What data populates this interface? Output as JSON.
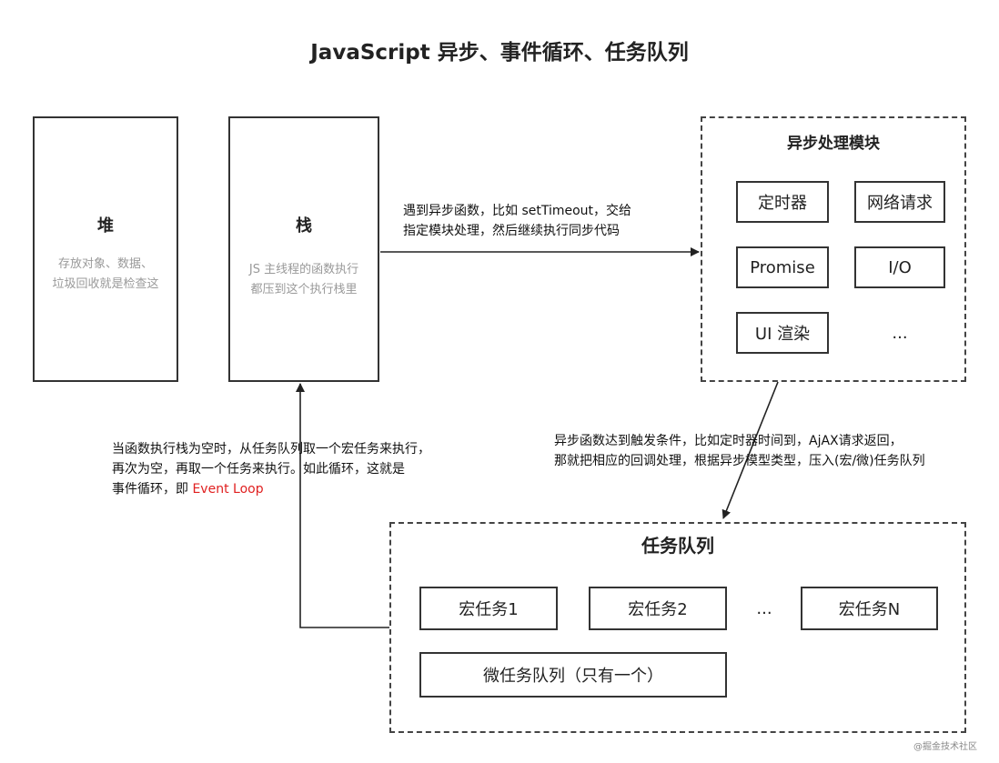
{
  "title": "JavaScript 异步、事件循环、任务队列",
  "heap": {
    "label": "堆",
    "desc_line1": "存放对象、数据、",
    "desc_line2": "垃圾回收就是检查这"
  },
  "stack": {
    "label": "栈",
    "desc_line1": "JS 主线程的函数执行",
    "desc_line2": "都压到这个执行栈里"
  },
  "async_module": {
    "title": "异步处理模块",
    "items": [
      "定时器",
      "网络请求",
      "Promise",
      "I/O",
      "UI 渲染",
      "..."
    ]
  },
  "note_stack_to_async": {
    "line1": "遇到异步函数，比如 setTimeout，交给",
    "line2": "指定模块处理，然后继续执行同步代码"
  },
  "note_async_to_queue": {
    "line1": "异步函数达到触发条件，比如定时器时间到，AjAX请求返回，",
    "line2": "那就把相应的回调处理，根据异步模型类型，压入(宏/微)任务队列"
  },
  "note_event_loop": {
    "line1": "当函数执行栈为空时，从任务队列取一个宏任务来执行，",
    "line2": "再次为空，再取一个任务来执行。如此循环，这就是",
    "line3_prefix": "事件循环，即 ",
    "line3_highlight": "Event Loop"
  },
  "task_queue": {
    "title": "任务队列",
    "macro1": "宏任务1",
    "macro2": "宏任务2",
    "ellipsis": "...",
    "macroN": "宏任务N",
    "micro": "微任务队列（只有一个）"
  },
  "watermark": "@掘金技术社区",
  "colors": {
    "highlight": "#e02020",
    "border": "#333333",
    "muted_text": "#999999"
  }
}
